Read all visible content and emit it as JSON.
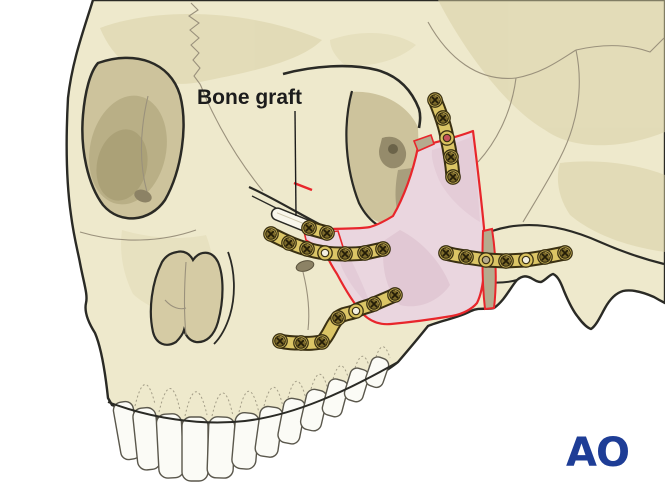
{
  "illustration": {
    "title": "Skull with plated zygomatic reconstruction",
    "label_bone_graft": "Bone graft",
    "logo_text": "AO"
  },
  "colors": {
    "background": "#ffffff",
    "bone": "#eee9cc",
    "bone_shade": "#d8cfa4",
    "orbit_fill": "#cdc39c",
    "graft_region_fill": "#ead6df",
    "graft_outline_red": "#e8262b",
    "osteotomy_gap": "#b5ab8e",
    "plate_gold": "#dbc566",
    "plate_dark": "#3a3012",
    "outline": "#2a2a25",
    "label_color": "#1c1c1c",
    "logo_blue": "#1e3d96"
  },
  "hardware": {
    "plates": [
      {
        "name": "lateral-orbital-rim-plate",
        "holes": 5,
        "screws_placed": 4,
        "empty_holes": 1
      },
      {
        "name": "frontozygomatic-two-hole-plate",
        "holes": 2,
        "screws_placed": 2,
        "empty_holes": 0
      },
      {
        "name": "infraorbital-rim-plate",
        "holes": 7,
        "screws_placed": 6,
        "empty_holes": 1
      },
      {
        "name": "zygomatic-arch-plate",
        "holes": 7,
        "screws_placed": 5,
        "empty_holes": 2
      },
      {
        "name": "zygomaticomaxillary-buttress-plate",
        "holes": 7,
        "screws_placed": 6,
        "empty_holes": 1
      }
    ],
    "graft_strip": "bone graft strip at infraorbital rim",
    "highlighted_region": "pink outlined reconstructed zygoma segment"
  }
}
